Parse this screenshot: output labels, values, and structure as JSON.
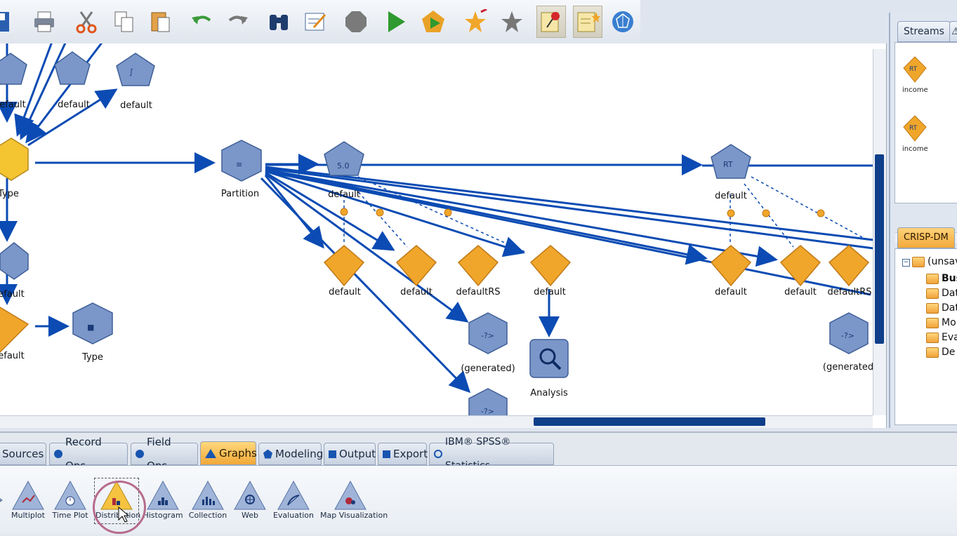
{
  "toolbar": {
    "buttons": [
      "save-icon",
      "print-icon",
      "cut-icon",
      "copy-icon",
      "paste-icon",
      "undo-icon",
      "redo-icon",
      "find-icon",
      "edit-icon",
      "stop-icon",
      "run-icon",
      "run-selection-icon",
      "favorite-add-icon",
      "favorite-icon",
      "pin-icon",
      "annotation-icon",
      "globe-icon"
    ]
  },
  "canvas": {
    "labels": {
      "n_default_top1": "efault",
      "n_default_top2": "default",
      "n_default_top3": "default",
      "n_type": "Type",
      "n_partition": "Partition",
      "n_c50_model": "default",
      "n_cart_model": "default",
      "n_table": "efault",
      "n_nugget_left": "efault",
      "n_type2": "Type",
      "n_nug_c50": "default",
      "n_nug_b": "default",
      "n_nug_rs": "defaultRS",
      "n_nug_d": "default",
      "n_nug_cart1": "default",
      "n_nug_cart2": "default",
      "n_nug_rs2": "defaultRS",
      "n_generated1": "(generated)",
      "n_analysis": "Analysis",
      "n_generated2": "(generated"
    }
  },
  "right_panel": {
    "tabs": [
      "Streams"
    ],
    "models": [
      "income",
      "income"
    ],
    "crisp_tab": "CRISP-DM",
    "tree": [
      "(unsav",
      "Bus",
      "Dat",
      "Dat",
      "Mo",
      "Eva",
      "De"
    ]
  },
  "palette": {
    "tabs": [
      "Sources",
      "Record Ops",
      "Field Ops",
      "Graphs",
      "Modeling",
      "Output",
      "Export",
      "IBM® SPSS® Statistics"
    ],
    "active_tab": "Graphs",
    "nodes": [
      "Multiplot",
      "Time Plot",
      "Distribution",
      "Histogram",
      "Collection",
      "Web",
      "Evaluation",
      "Map Visualization"
    ],
    "selected_node": "Distribution"
  },
  "colors": {
    "wire": "#0b4bb3",
    "node_blue": "#6b8bc2",
    "nugget": "#f0a62a",
    "accent": "#f1a937"
  }
}
